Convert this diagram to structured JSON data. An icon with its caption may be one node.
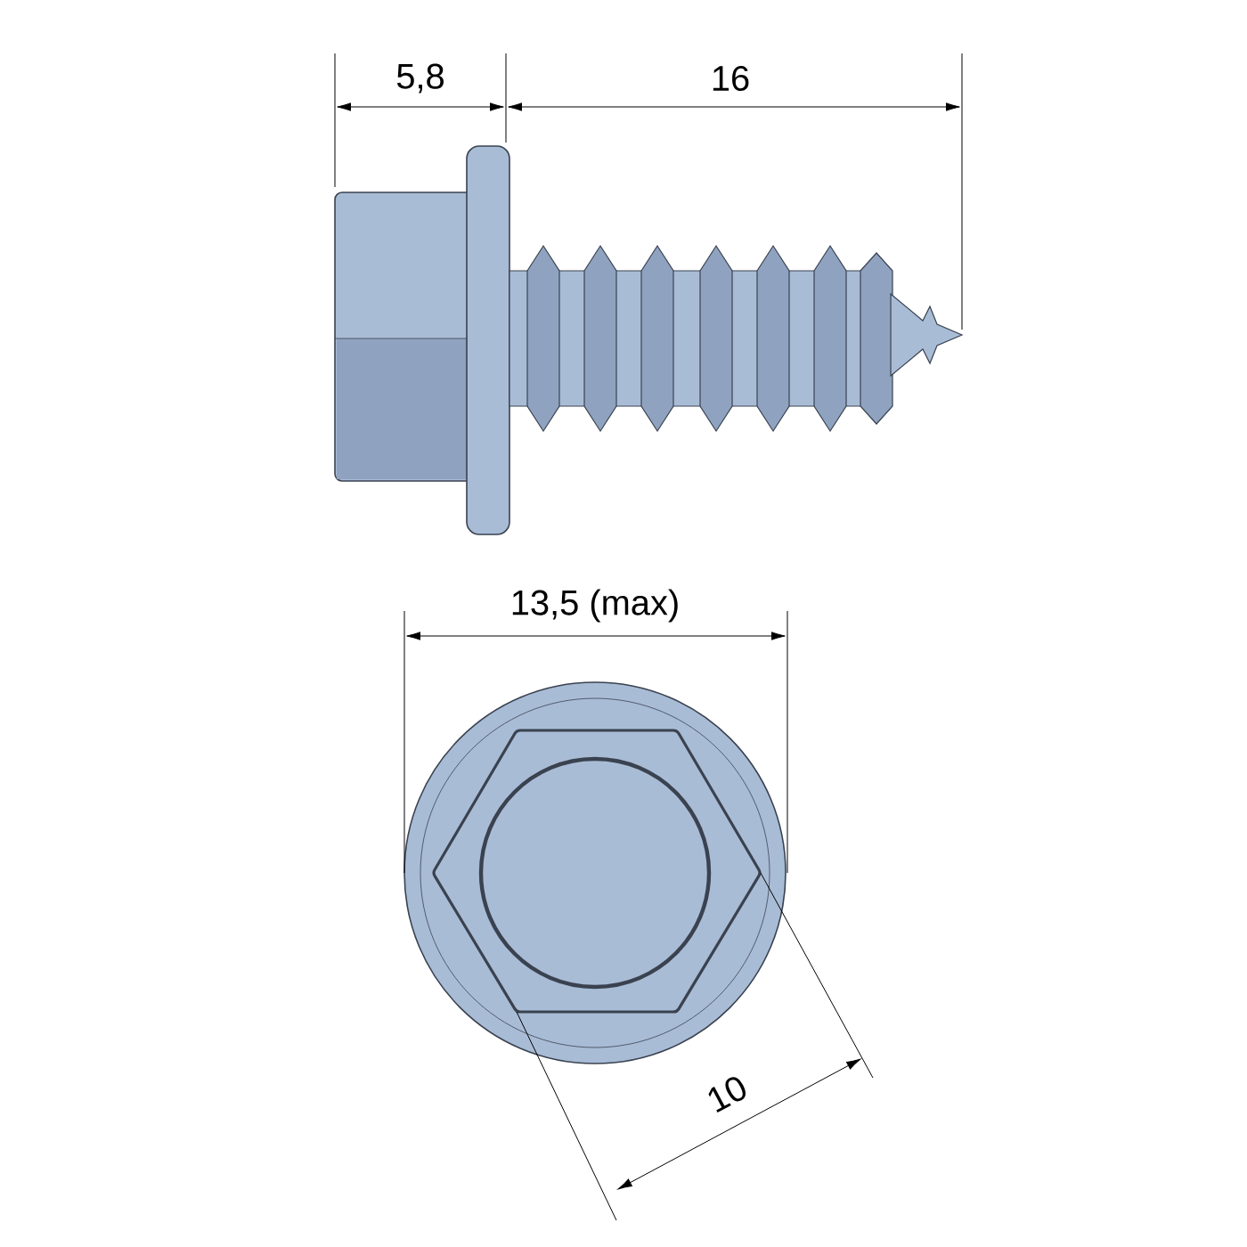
{
  "diagram": {
    "labels": [
      "5,8",
      "16",
      "13,5  (max)",
      "10"
    ]
  }
}
